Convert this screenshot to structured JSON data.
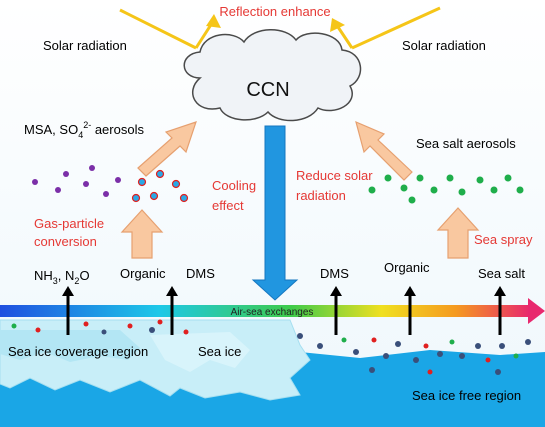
{
  "labels": {
    "ccn": "CCN",
    "reflection": "Reflection enhance",
    "solar_left": "Solar radiation",
    "solar_right": "Solar radiation",
    "msa": "MSA, SO",
    "msa_sub": "4",
    "msa_sup": "2-",
    "msa_tail": " aerosols",
    "sea_salt_aerosols": "Sea salt aerosols",
    "cooling1": "Cooling",
    "cooling2": "effect",
    "reduce1": "Reduce solar",
    "reduce2": "radiation",
    "gas1": "Gas-particle",
    "gas2": "conversion",
    "sea_spray": "Sea spray",
    "nh3_a": "NH",
    "nh3_sub": "3",
    "nh3_b": ", N",
    "nh3_sub2": "2",
    "nh3_c": "O",
    "organic_left": "Organic",
    "dms_left": "DMS",
    "dms_right": "DMS",
    "organic_right": "Organic",
    "sea_salt": "Sea salt",
    "air_sea": "Air-sea exchanges",
    "sea_ice_coverage": "Sea ice coverage region",
    "sea_ice": "Sea ice",
    "sea_ice_free": "Sea ice free region"
  },
  "colors": {
    "solar_arrow": "#f5c518",
    "red_text": "#e53935",
    "up_arrow_fill": "#f9c8a0",
    "up_arrow_stroke": "#e6a070",
    "down_arrow": "#2196e0",
    "sea": "#1aa6e6",
    "sea_ice": "#c5eef8",
    "purple": "#7b2fa8",
    "green": "#1fae4b",
    "dark_dot": "#3a4f7a",
    "red_dot": "#e02020"
  }
}
